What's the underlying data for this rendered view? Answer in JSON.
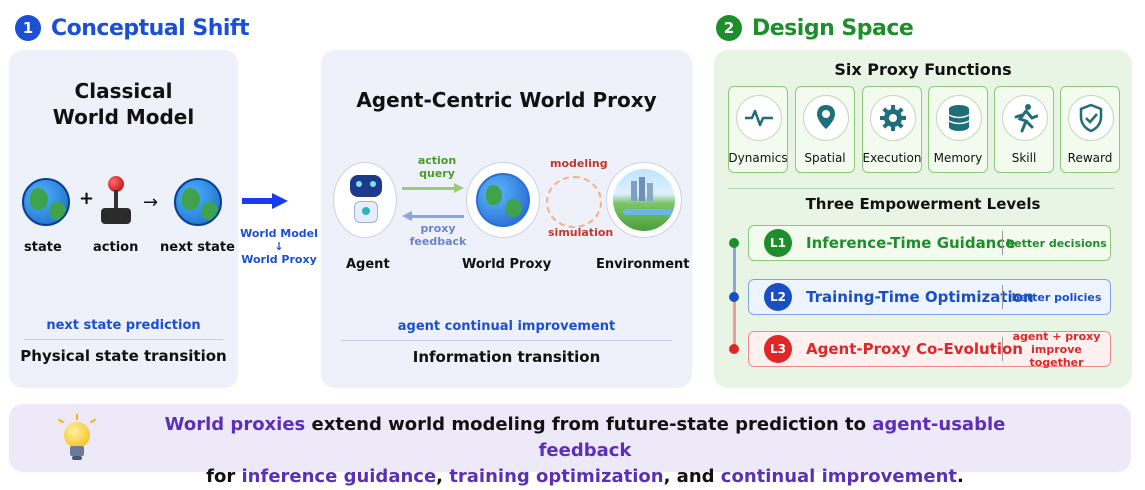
{
  "section1": {
    "number": "1",
    "title": "Conceptual Shift"
  },
  "section2": {
    "number": "2",
    "title": "Design Space"
  },
  "classical": {
    "title_line1": "Classical",
    "title_line2": "World Model",
    "state": "state",
    "plus": "+",
    "action": "action",
    "next_state": "next state",
    "caption": "next state prediction",
    "subtitle": "Physical state transition"
  },
  "transition": {
    "line1": "World Model",
    "arrow": "↓",
    "line2": "World Proxy"
  },
  "agentic": {
    "title": "Agent-Centric World Proxy",
    "action_query_1": "action",
    "action_query_2": "query",
    "proxy_feedback_1": "proxy",
    "proxy_feedback_2": "feedback",
    "modeling": "modeling",
    "simulation": "simulation",
    "agent": "Agent",
    "world_proxy": "World Proxy",
    "environment": "Environment",
    "caption": "agent continual improvement",
    "subtitle": "Information transition"
  },
  "design": {
    "functions_title": "Six Proxy Functions",
    "functions": [
      {
        "label": "Dynamics",
        "icon": "dynamics-icon"
      },
      {
        "label": "Spatial",
        "icon": "spatial-icon"
      },
      {
        "label": "Execution",
        "icon": "execution-icon"
      },
      {
        "label": "Memory",
        "icon": "memory-icon"
      },
      {
        "label": "Skill",
        "icon": "skill-icon"
      },
      {
        "label": "Reward",
        "icon": "reward-icon"
      }
    ],
    "levels_title": "Three Empowerment Levels",
    "levels": [
      {
        "badge": "L1",
        "title": "Inference-Time Guidance",
        "note1": "better decisions",
        "note2": "",
        "color": "#1e8e2c"
      },
      {
        "badge": "L2",
        "title": "Training-Time Optimization",
        "note1": "better policies",
        "note2": "",
        "color": "#1a4fc4"
      },
      {
        "badge": "L3",
        "title": "Agent-Proxy Co-Evolution",
        "note1": "agent + proxy",
        "note2": "improve together",
        "color": "#e02727"
      }
    ]
  },
  "summary": {
    "l1_a": "World proxies",
    "l1_b": " extend world modeling from future-state prediction to ",
    "l1_c": "agent-usable feedback",
    "l2_a": "for ",
    "l2_b": "inference guidance",
    "l2_c": ", ",
    "l2_d": "training optimization",
    "l2_e": ", and ",
    "l2_f": "continual improvement",
    "l2_g": "."
  },
  "colors": {
    "section1": "#1a4fd6",
    "section2": "#1e8e2c",
    "panel_left": "#eef0fa",
    "panel_right": "#e9f5e4",
    "summary_bg": "#ede9f8",
    "highlight": "#5b2fb8"
  }
}
